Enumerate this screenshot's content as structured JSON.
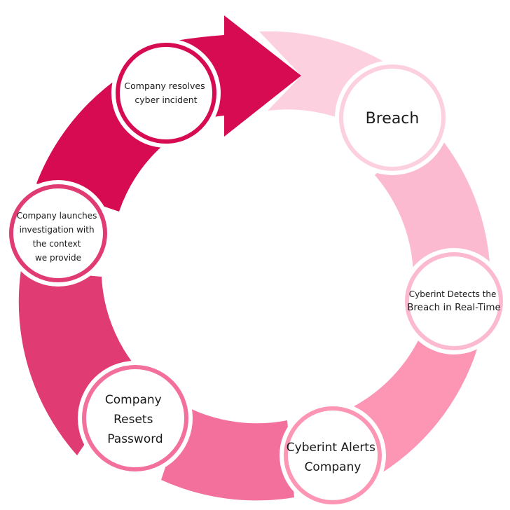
{
  "diagram": {
    "title": "Cyber incident response cycle",
    "colors": {
      "resolve": "#d60b52",
      "breach": "#fdd0df",
      "detect": "#fcbad0",
      "alert": "#fd95b4",
      "reset": "#f3709d",
      "investigate": "#e03b72"
    },
    "nodes": [
      {
        "id": "breach",
        "lines": [
          "Breach"
        ]
      },
      {
        "id": "detect",
        "lines": [
          "Cyberint Detects the",
          "Breach in Real-Time"
        ]
      },
      {
        "id": "alert",
        "lines": [
          "Cyberint Alerts",
          "Company"
        ]
      },
      {
        "id": "reset",
        "lines": [
          "Company",
          "Resets",
          "Password"
        ]
      },
      {
        "id": "investigate",
        "lines": [
          "Company launches",
          "investigation with",
          "the context",
          "we provide"
        ]
      },
      {
        "id": "resolve",
        "lines": [
          "Company resolves",
          "cyber incident"
        ]
      }
    ]
  }
}
